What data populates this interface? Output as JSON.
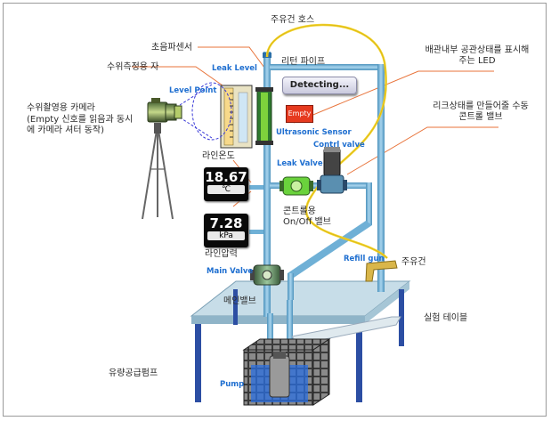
{
  "labels": {
    "hose": "주유건 호스",
    "ultrasonic_kr": "초음파센서",
    "return_pipe": "리턴 파이프",
    "ruler": "수위측정용 자",
    "camera_title": "수위촬영용 카메라",
    "camera_desc": "(Empty 신호를 읽음과 동시에 카메라 셔터 동작)",
    "line_temp": "라인온도",
    "led_desc": "배관내부 공관상태를 표시해 주는 LED",
    "control_valve_desc": "리크상태를 만들어줄 수동 콘트롤 밸브",
    "control_onoff_desc": "콘트롤용 On/Off 밸브",
    "line_pressure": "라인압력",
    "refuel_gun": "주유건",
    "main_valve_kr": "메인밸브",
    "test_table": "실험 테이블",
    "flow_pump": "유량공급펌프"
  },
  "blue_labels": {
    "leak_level": "Leak Level",
    "level_point": "Level Point",
    "ultrasonic_sensor": "Ultrasonic Sensor",
    "contrl_valve": "Contrl valve",
    "leak_valve": "Leak Valve",
    "main_valve": "Main Valve",
    "refill_gun": "Refill gun",
    "pump": "Pump"
  },
  "detecting": "Detecting...",
  "empty_led": "Empty",
  "temperature": {
    "value": "18.67",
    "unit": "℃"
  },
  "pressure": {
    "value": "7.28",
    "unit": "kPa"
  },
  "colors": {
    "pipe": "#6fb0d6",
    "hose": "#f2d22a",
    "led": "#e63a1f",
    "table": "#c7dde8",
    "label_blue": "#1f6fd0",
    "callout_line": "#e8733a"
  }
}
